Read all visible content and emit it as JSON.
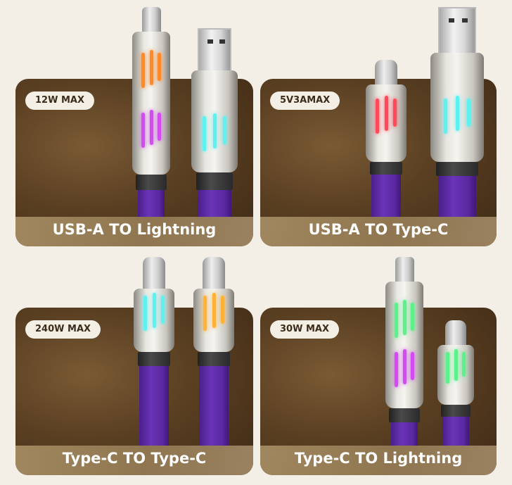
{
  "panels": [
    {
      "badge": "12W MAX",
      "title": "USB-A TO Lightning"
    },
    {
      "badge": "5V3AMAX",
      "title": "USB-A TO Type-C"
    },
    {
      "badge": "240W MAX",
      "title": "Type-C TO Type-C"
    },
    {
      "badge": "30W MAX",
      "title": "Type-C TO Lightning"
    }
  ],
  "led_colors": {
    "orange": "#ff8a2a",
    "purple": "#d24cf0",
    "cyan": "#5ff0f0",
    "red": "#ff4a5a",
    "yellow": "#ffb23a",
    "green": "#5ef08a"
  },
  "colors": {
    "background": "#f3efe6",
    "cable": "#5a28a0"
  }
}
